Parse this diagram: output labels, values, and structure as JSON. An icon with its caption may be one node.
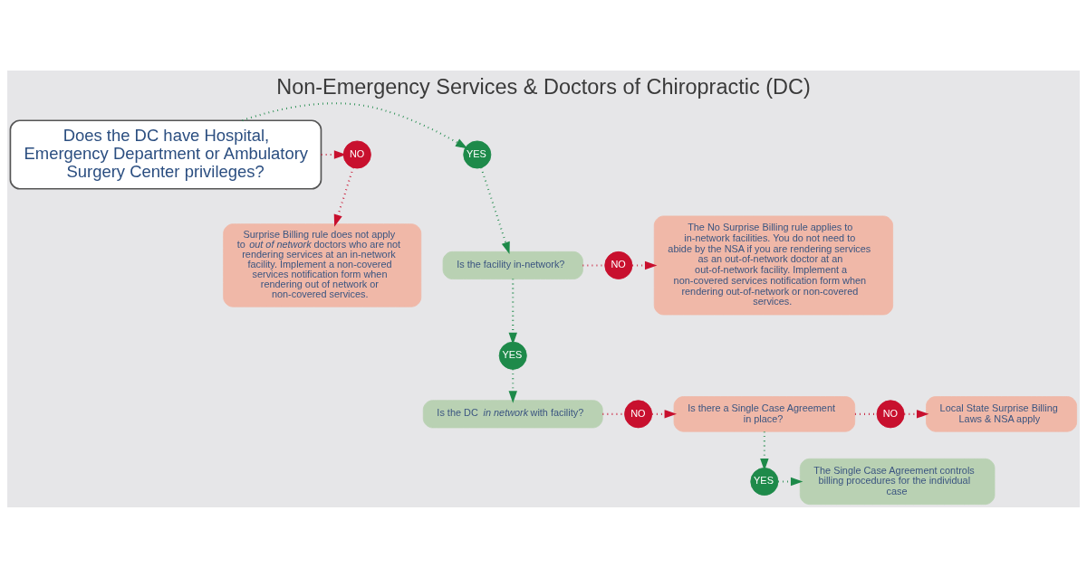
{
  "diagram": {
    "title": "Non-Emergency Services & Doctors of Chiropractic (DC)",
    "nodes": [
      {
        "text": [
          "Does the DC have Hospital, Emergency Department or Ambulatory Surgery Center privileges?"
        ]
      },
      {
        "text": [
          "YES"
        ]
      },
      {
        "text": [
          "NO"
        ]
      },
      {
        "text": [
          "Is the facility in-network?"
        ]
      },
      {
        "text": [
          "NO"
        ]
      },
      {
        "text": [
          "The No Surprise Billing rule applies to in-network facilities. You do not need to abide by the NSA if you are rendering services as an out-of-network doctor at an out-of-network facility. Implement a non-covered services notification form when rendering out-of-network or non-covered services."
        ]
      },
      {
        "text": [
          "Surprise Billing rule does not apply to *out of network* doctors who are not rendering services at an in-network facility. Implement a non-covered services notification form when rendering out of network or non-covered services."
        ]
      },
      {
        "text": [
          "YES"
        ]
      },
      {
        "text": [
          "Is the DC *in network* with facility?"
        ]
      },
      {
        "text": [
          "NO"
        ]
      },
      {
        "text": [
          "Is there a Single Case Agreement in place?"
        ]
      },
      {
        "text": [
          "NO"
        ]
      },
      {
        "text": [
          "Local State Surprise Billing Laws & NSA apply"
        ]
      },
      {
        "text": [
          "YES"
        ]
      },
      {
        "text": [
          "The Single Case Agreement controls billing procedures for the individual case"
        ]
      }
    ],
    "edges": [
      {
        "from": 0,
        "to": 1,
        "arrow": "to",
        "color": "#1e8a4a"
      },
      {
        "from": 0,
        "to": 2,
        "arrow": "to"
      },
      {
        "from": 2,
        "to": 6,
        "arrow": "to"
      },
      {
        "from": 1,
        "to": 3,
        "arrow": "to",
        "color": "#1e8a4a"
      },
      {
        "from": 3,
        "to": 4,
        "arrow": "none"
      },
      {
        "from": 4,
        "to": 5,
        "arrow": "to"
      },
      {
        "from": 3,
        "to": 7,
        "arrow": "to",
        "color": "#1e8a4a"
      },
      {
        "from": 7,
        "to": 8,
        "arrow": "to",
        "color": "#1e8a4a"
      },
      {
        "from": 8,
        "to": 9,
        "arrow": "none"
      },
      {
        "from": 9,
        "to": 10,
        "arrow": "to"
      },
      {
        "from": 10,
        "to": 11,
        "arrow": "none"
      },
      {
        "from": 11,
        "to": 12,
        "arrow": "to"
      },
      {
        "from": 10,
        "to": 13,
        "arrow": "to",
        "color": "#1e8a4a"
      },
      {
        "from": 13,
        "to": 14,
        "arrow": "to",
        "color": "#1e8a4a"
      }
    ]
  }
}
